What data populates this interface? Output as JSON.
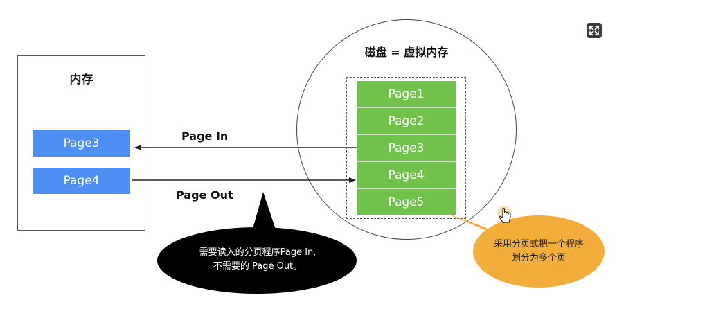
{
  "memory": {
    "title": "内存",
    "pages": [
      "Page3",
      "Page4"
    ]
  },
  "disk": {
    "title": "磁盘 = 虚拟内存",
    "pages": [
      "Page1",
      "Page2",
      "Page3",
      "Page4",
      "Page5"
    ]
  },
  "arrows": {
    "page_in": "Page In",
    "page_out": "Page Out"
  },
  "callouts": {
    "black_line1": "需要读入的分页程序Page In,",
    "black_line2": "不需要的 Page Out。",
    "orange_line1": "采用分页式把一个程序",
    "orange_line2": "划分为多个页"
  },
  "colors": {
    "memory_page": "#4f8ef2",
    "disk_page": "#71c24a",
    "black_bubble": "#000000",
    "orange_bubble": "#f3ad3a"
  },
  "icons": [
    "expand-icon",
    "hand-cursor-icon"
  ]
}
